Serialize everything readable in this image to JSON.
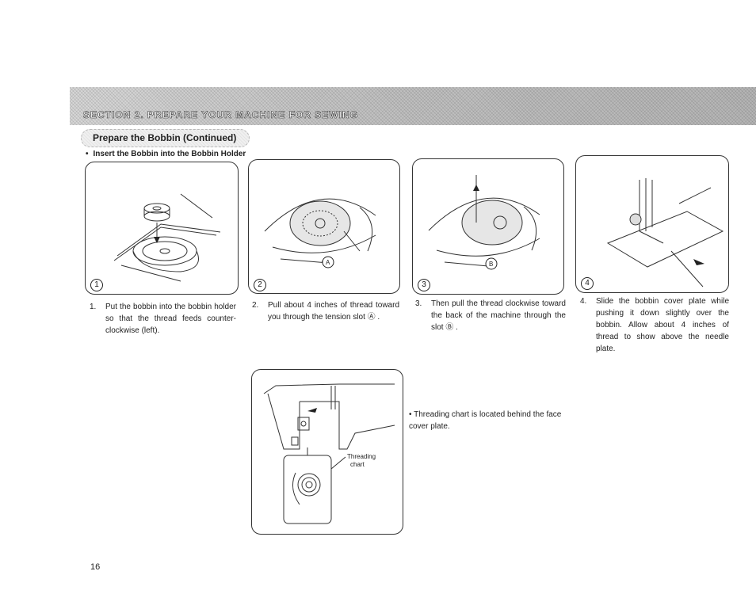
{
  "header": {
    "section_title": "SECTION  2.  PREPARE YOUR MACHINE FOR SEWING",
    "subsection_title": "Prepare the Bobbin (Continued)",
    "bullet_heading": "Insert the Bobbin into the Bobbin Holder"
  },
  "steps": [
    {
      "badge": "1",
      "number": "1.",
      "text": "Put the bobbin into the bobbin holder so that the thread feeds counter-clockwise (left)."
    },
    {
      "badge": "2",
      "number": "2.",
      "text": "Pull about 4 inches of thread toward you through the tension slot Ⓐ ."
    },
    {
      "badge": "3",
      "number": "3.",
      "text": "Then pull the thread clockwise toward the back of the machine through the slot Ⓑ ."
    },
    {
      "badge": "4",
      "number": "4.",
      "text": "Slide the bobbin cover plate while pushing it down slightly over the bobbin. Allow about 4 inches of thread to show above the needle plate."
    }
  ],
  "callouts": {
    "a": "A",
    "b": "B"
  },
  "threading_figure": {
    "label_line1": "Threading",
    "label_line2": "chart"
  },
  "note": {
    "bullet": "•",
    "text": "Threading chart is located behind the face cover plate."
  },
  "page_number": "16"
}
